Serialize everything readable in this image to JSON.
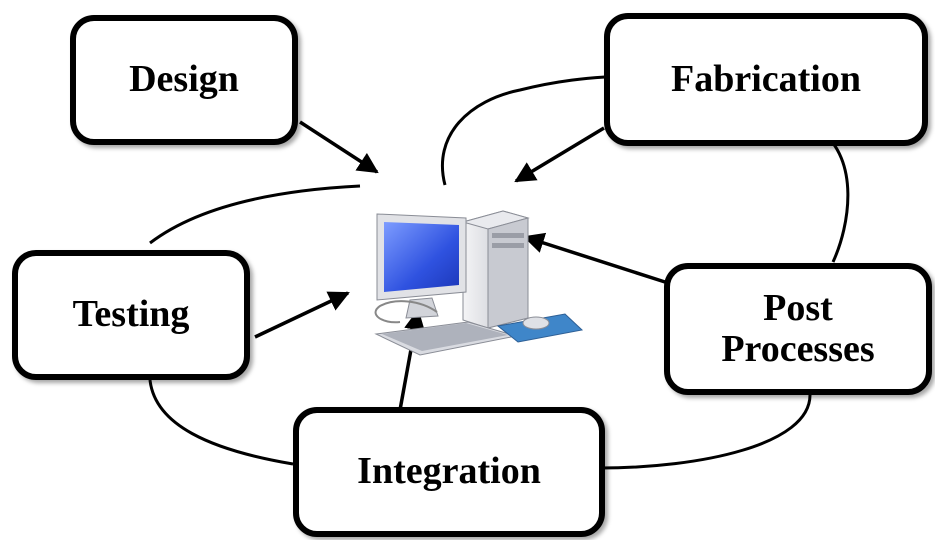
{
  "nodes": {
    "design": {
      "label": "Design"
    },
    "fabrication": {
      "label": "Fabrication"
    },
    "testing": {
      "label": "Testing"
    },
    "post_processes": {
      "line1": "Post",
      "line2": "Processes"
    },
    "integration": {
      "label": "Integration"
    }
  },
  "center": {
    "icon": "desktop-computer-icon"
  },
  "colors": {
    "stroke": "#000000",
    "box_fill": "#ffffff",
    "screen_blue": "#3a5ee8"
  }
}
